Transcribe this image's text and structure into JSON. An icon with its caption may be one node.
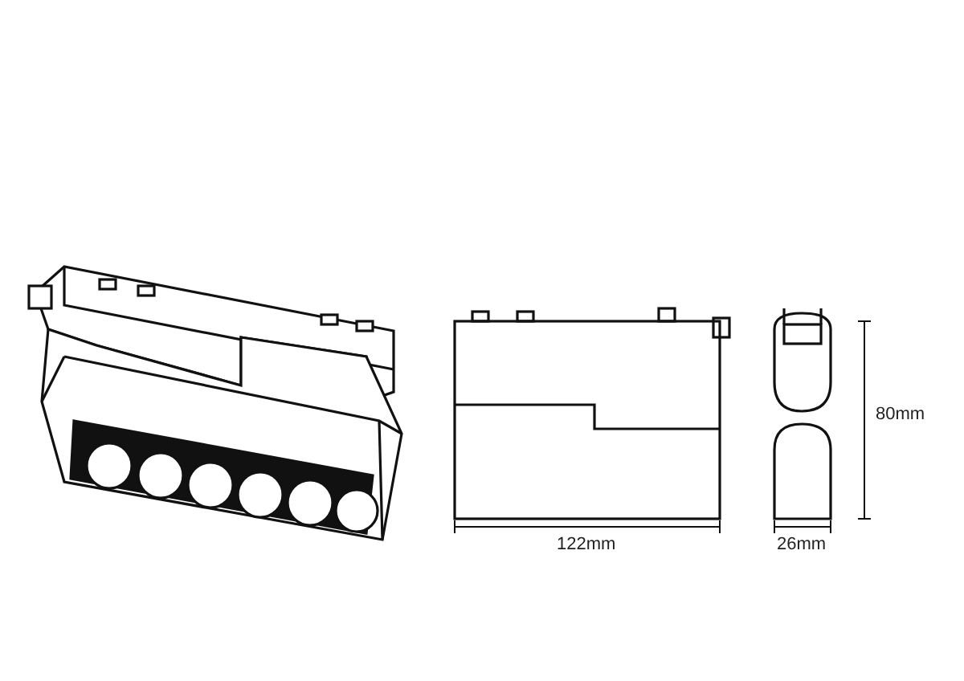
{
  "diagram": {
    "labels": [
      "80mm",
      "122mm",
      "26mm"
    ]
  }
}
